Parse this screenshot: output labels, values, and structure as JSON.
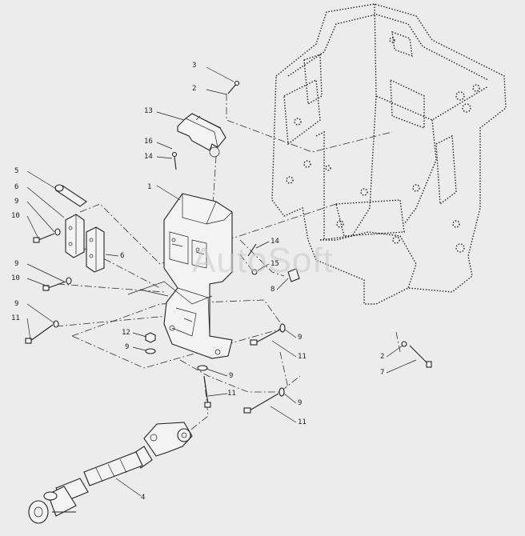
{
  "watermark": "AutoSoft",
  "callouts": [
    {
      "id": "c-3",
      "text": "3"
    },
    {
      "id": "c-2a",
      "text": "2"
    },
    {
      "id": "c-13",
      "text": "13"
    },
    {
      "id": "c-16",
      "text": "16"
    },
    {
      "id": "c-14a",
      "text": "14"
    },
    {
      "id": "c-5",
      "text": "5"
    },
    {
      "id": "c-6a",
      "text": "6"
    },
    {
      "id": "c-1",
      "text": "1"
    },
    {
      "id": "c-9a",
      "text": "9"
    },
    {
      "id": "c-10a",
      "text": "10"
    },
    {
      "id": "c-6b",
      "text": "6"
    },
    {
      "id": "c-9b",
      "text": "9"
    },
    {
      "id": "c-10b",
      "text": "10"
    },
    {
      "id": "c-9c",
      "text": "9"
    },
    {
      "id": "c-11a",
      "text": "11"
    },
    {
      "id": "c-14b",
      "text": "14"
    },
    {
      "id": "c-15",
      "text": "15"
    },
    {
      "id": "c-8",
      "text": "8"
    },
    {
      "id": "c-12",
      "text": "12"
    },
    {
      "id": "c-9d",
      "text": "9"
    },
    {
      "id": "c-9e",
      "text": "9"
    },
    {
      "id": "c-11b",
      "text": "11"
    },
    {
      "id": "c-9f",
      "text": "9"
    },
    {
      "id": "c-11c",
      "text": "11"
    },
    {
      "id": "c-9g",
      "text": "9"
    },
    {
      "id": "c-11d",
      "text": "11"
    },
    {
      "id": "c-2b",
      "text": "2"
    },
    {
      "id": "c-7",
      "text": "7"
    },
    {
      "id": "c-4",
      "text": "4"
    }
  ]
}
